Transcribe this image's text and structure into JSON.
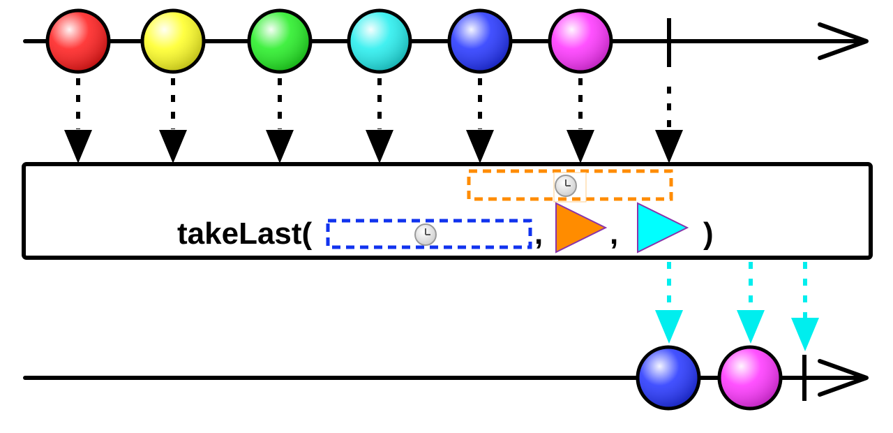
{
  "operator": {
    "name": "takeLast(",
    "separator_1": ",",
    "separator_2": ",",
    "closing": ")"
  },
  "source_marbles": [
    {
      "color": "red",
      "hex": "#ff1a1a"
    },
    {
      "color": "yellow",
      "hex": "#ffff22"
    },
    {
      "color": "green",
      "hex": "#22ee22"
    },
    {
      "color": "cyan",
      "hex": "#22eeee"
    },
    {
      "color": "blue",
      "hex": "#2233ff"
    },
    {
      "color": "magenta",
      "hex": "#ff33ff"
    }
  ],
  "output_marbles": [
    {
      "color": "blue",
      "hex": "#2233ff"
    },
    {
      "color": "magenta",
      "hex": "#ff33ff"
    }
  ],
  "parameters": {
    "duration_icon": "clock-icon",
    "scheduler_icon": "orange-triangle-icon",
    "observer_icon": "cyan-triangle-icon",
    "duration_box_color": "#1133ee",
    "window_box_color": "#ff8c00",
    "scheduler_color": "#ff8c00",
    "output_scheduler_color": "#00ffff"
  },
  "colors": {
    "line": "#000000",
    "input_arrow": "#000000",
    "output_arrow": "#00eeee"
  }
}
